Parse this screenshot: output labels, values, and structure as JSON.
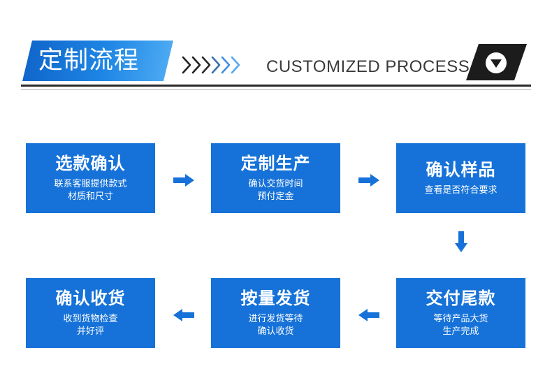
{
  "header": {
    "title": "定制流程",
    "subtitle": "CUSTOMIZED PROCESS",
    "chevron_icon": "double-chevron-right-icon",
    "badge_icon": "down-triangle-circle-icon",
    "colors": {
      "accent": "#1672d8",
      "dark": "#1c1c1c"
    }
  },
  "steps": [
    {
      "title": "选款确认",
      "desc": "联系客服提供款式\n材质和尺寸"
    },
    {
      "title": "定制生产",
      "desc": "确认交货时间\n预付定金"
    },
    {
      "title": "确认样品",
      "desc": "查看是否符合要求"
    },
    {
      "title": "交付尾款",
      "desc": "等待产品大货\n生产完成"
    },
    {
      "title": "按量发货",
      "desc": "进行发货等待\n确认收货"
    },
    {
      "title": "确认收货",
      "desc": "收到货物检查\n并好评"
    }
  ],
  "arrows": [
    "arrow-right-icon",
    "arrow-down-icon",
    "arrow-left-icon"
  ]
}
